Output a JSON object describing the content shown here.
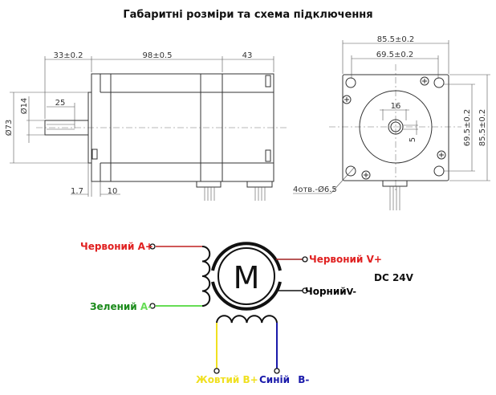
{
  "title": "Габаритні розміри та схема підключення",
  "side_view": {
    "dims": {
      "shaft_length": "33±0.2",
      "body_length": "98±0.5",
      "rear_length": "43",
      "shaft_diameter": "Ø14",
      "flange_diameter": "Ø73",
      "key_length": "25",
      "flange_thickness": "1.7",
      "boss_offset": "10"
    }
  },
  "front_view": {
    "dims": {
      "width_outer": "85.5±0.2",
      "width_holes": "69.5±0.2",
      "height_holes": "69.5±0.2",
      "height_outer": "85.5±0.2",
      "boss_dim": "16",
      "flat_dim": "5",
      "holes": "4отв.-Ø6.5"
    }
  },
  "wiring": {
    "motor_symbol": "M",
    "a_plus": {
      "color_name": "Червоний",
      "pin": "A+",
      "color": "#e02020"
    },
    "a_minus": {
      "color_name": "Зелений",
      "pin": "A-",
      "color": "#1a8a1a",
      "wire_color": "#66dd55"
    },
    "b_plus": {
      "color_name": "Жовтий",
      "pin": "B+",
      "color": "#f0e020"
    },
    "b_minus": {
      "color_name": "Синій",
      "pin": "B-",
      "color": "#1a1aaa"
    },
    "v_plus": {
      "color_name": "Червоний",
      "pin": "V+",
      "color": "#e02020"
    },
    "v_minus": {
      "color_name": "Чорний",
      "pin": "V-",
      "color": "#000000"
    },
    "supply": "DC 24V"
  }
}
